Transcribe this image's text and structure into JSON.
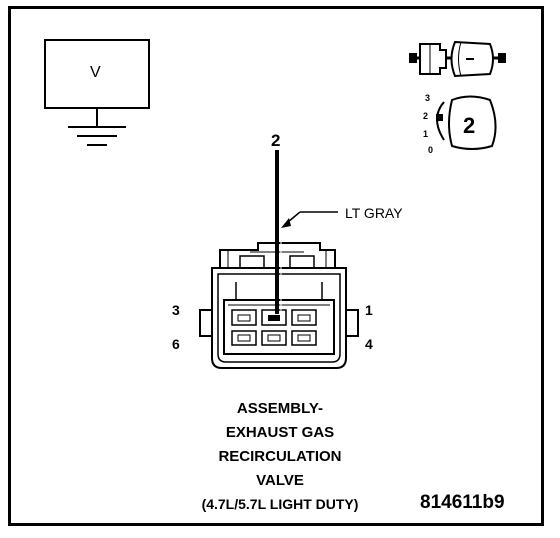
{
  "voltmeter": {
    "label": "V"
  },
  "view_indicator": {
    "scale": [
      "3",
      "2",
      "1",
      "0"
    ],
    "number": "2"
  },
  "circuit": {
    "cavity_number": "2",
    "wire_color": "LT GRAY"
  },
  "pins": {
    "top_left": "3",
    "top_right": "1",
    "bottom_left": "6",
    "bottom_right": "4"
  },
  "caption": {
    "line1": "ASSEMBLY-",
    "line2": "EXHAUST GAS",
    "line3": "RECIRCULATION",
    "line4": "VALVE",
    "line5": "(4.7L/5.7L LIGHT DUTY)"
  },
  "figure_id": "814611b9"
}
